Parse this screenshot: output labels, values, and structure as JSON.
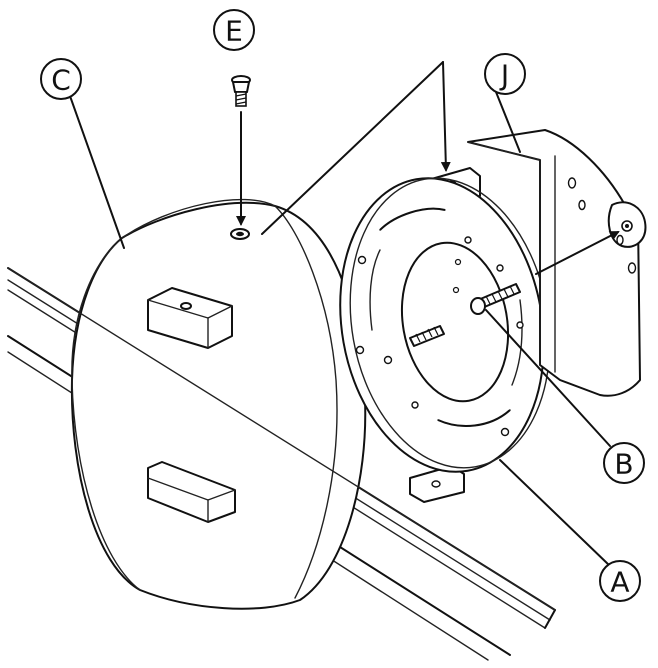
{
  "callouts": {
    "A": "A",
    "B": "B",
    "C": "C",
    "E": "E",
    "J": "J"
  }
}
